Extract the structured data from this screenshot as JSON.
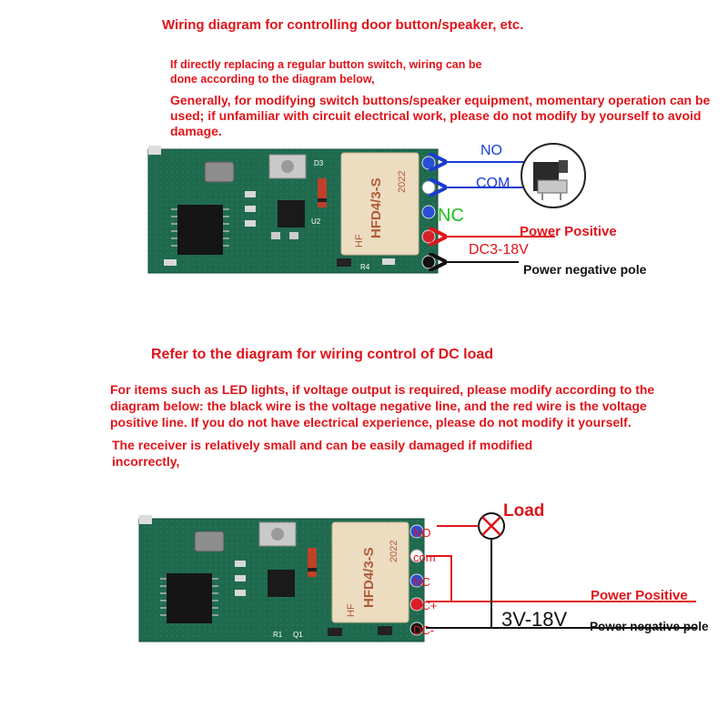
{
  "top": {
    "heading": "Wiring diagram for controlling door button/speaker, etc.",
    "note1": "If directly replacing a regular button switch, wiring can be done according to the diagram below,",
    "note2": "Generally, for modifying switch buttons/speaker equipment, momentary operation can be used; if unfamiliar with circuit electrical work, please do not modify by yourself to avoid damage.",
    "labels": {
      "no": "NO",
      "com": "COM",
      "nc": "NC",
      "power_positive": "Power Positive",
      "voltage": "DC3-18V",
      "power_negative": "Power negative pole"
    }
  },
  "bottom": {
    "heading": "Refer to the diagram for wiring control of DC load",
    "note1": "For items such as LED lights, if voltage output is required, please modify according to the diagram below: the black wire is the voltage negative line, and the red wire is the voltage positive line. If you do not have electrical experience, please do not modify it yourself.",
    "note2": "The receiver is relatively small and can be easily damaged if modified incorrectly,",
    "labels": {
      "load": "Load",
      "power_positive": "Power Positive",
      "voltage": "3V-18V",
      "power_negative": "Power negative pole",
      "pins": [
        "NO",
        "com",
        "NC",
        "DC+",
        "DC-"
      ]
    }
  },
  "board": {
    "relay_model": "HFD4/3-S",
    "relay_year": "2022",
    "relay_small": "HF",
    "refs": [
      "D3",
      "U2",
      "R4",
      "R1",
      "Q1"
    ]
  },
  "colors": {
    "text_red": "#e0141b",
    "wire_blue": "#1a3cd0",
    "wire_red": "#e0141b",
    "wire_black": "#111111",
    "pcb_green": "#1f6a4e"
  }
}
